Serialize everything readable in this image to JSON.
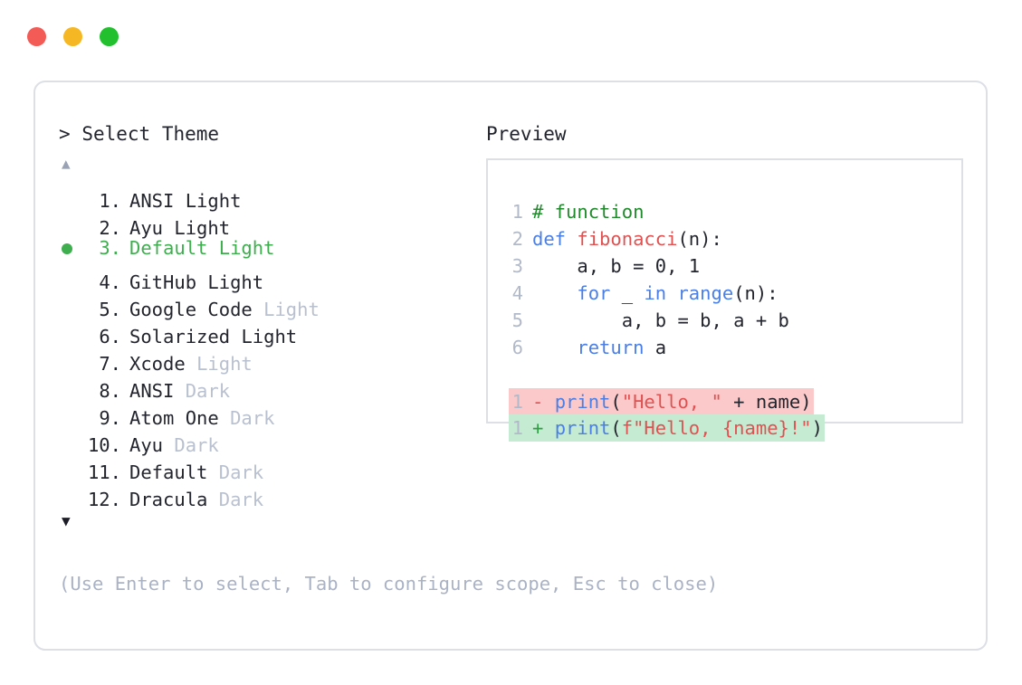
{
  "window": {
    "traffic_lights": [
      {
        "name": "close",
        "color": "#f35b56"
      },
      {
        "name": "minimize",
        "color": "#f5b724"
      },
      {
        "name": "maximize",
        "color": "#22c02f"
      }
    ]
  },
  "colors": {
    "accent_green": "#3fae4f",
    "dim_text": "#b9c0cf",
    "body_text": "#23252e",
    "hint_text": "#aab2c5",
    "gutter_text": "#b2b9c8",
    "panel_border": "#dcdfe6",
    "diff_del_bg": "#fbc9c9",
    "diff_add_bg": "#c5ebd2",
    "syntax_comment": "#1f8b2b",
    "syntax_keyword": "#4a7fe8",
    "syntax_function": "#e05252",
    "syntax_string": "#e05252"
  },
  "left": {
    "prompt_symbol": ">",
    "title": "Select Theme",
    "scroll_up_indicator": "▲",
    "scroll_down_indicator": "▼",
    "selected_index": 3,
    "items": [
      {
        "index": "1.",
        "name": "ANSI",
        "variant": "Light",
        "variant_dim": false,
        "selected": false
      },
      {
        "index": "2.",
        "name": "Ayu",
        "variant": "Light",
        "variant_dim": false,
        "selected": false
      },
      {
        "index": "3.",
        "name": "Default",
        "variant": "Light",
        "variant_dim": false,
        "selected": true
      },
      {
        "index": "4.",
        "name": "GitHub",
        "variant": "Light",
        "variant_dim": false,
        "selected": false
      },
      {
        "index": "5.",
        "name": "Google Code",
        "variant": "Light",
        "variant_dim": true,
        "selected": false
      },
      {
        "index": "6.",
        "name": "Solarized",
        "variant": "Light",
        "variant_dim": false,
        "selected": false
      },
      {
        "index": "7.",
        "name": "Xcode",
        "variant": "Light",
        "variant_dim": true,
        "selected": false
      },
      {
        "index": "8.",
        "name": "ANSI",
        "variant": "Dark",
        "variant_dim": true,
        "selected": false
      },
      {
        "index": "9.",
        "name": "Atom One",
        "variant": "Dark",
        "variant_dim": true,
        "selected": false
      },
      {
        "index": "10.",
        "name": "Ayu",
        "variant": "Dark",
        "variant_dim": true,
        "selected": false
      },
      {
        "index": "11.",
        "name": "Default",
        "variant": "Dark",
        "variant_dim": true,
        "selected": false
      },
      {
        "index": "12.",
        "name": "Dracula",
        "variant": "Dark",
        "variant_dim": true,
        "selected": false
      }
    ],
    "hint": "(Use Enter to select, Tab to configure scope, Esc to close)"
  },
  "right": {
    "title": "Preview",
    "code_lines": [
      {
        "num": "1",
        "tokens": [
          {
            "t": "# function",
            "c": "comment"
          }
        ]
      },
      {
        "num": "2",
        "tokens": [
          {
            "t": "def ",
            "c": "kw"
          },
          {
            "t": "fibonacci",
            "c": "fn"
          },
          {
            "t": "(n):",
            "c": "plain"
          }
        ]
      },
      {
        "num": "3",
        "tokens": [
          {
            "t": "    a, b = 0, 1",
            "c": "plain"
          }
        ]
      },
      {
        "num": "4",
        "tokens": [
          {
            "t": "    ",
            "c": "plain"
          },
          {
            "t": "for",
            "c": "kw"
          },
          {
            "t": " _ ",
            "c": "plain"
          },
          {
            "t": "in range",
            "c": "kw"
          },
          {
            "t": "(n):",
            "c": "plain"
          }
        ]
      },
      {
        "num": "5",
        "tokens": [
          {
            "t": "        a, b = b, a + b",
            "c": "plain"
          }
        ]
      },
      {
        "num": "6",
        "tokens": [
          {
            "t": "    ",
            "c": "plain"
          },
          {
            "t": "return",
            "c": "kw"
          },
          {
            "t": " a",
            "c": "plain"
          }
        ]
      }
    ],
    "diff_lines": [
      {
        "num": "1",
        "sign": "-",
        "kind": "del",
        "tokens": [
          {
            "t": "print",
            "c": "builtin"
          },
          {
            "t": "(",
            "c": "plain"
          },
          {
            "t": "\"Hello, \"",
            "c": "str"
          },
          {
            "t": " + name)",
            "c": "plain"
          }
        ]
      },
      {
        "num": "1",
        "sign": "+",
        "kind": "add",
        "tokens": [
          {
            "t": "print",
            "c": "builtin"
          },
          {
            "t": "(",
            "c": "plain"
          },
          {
            "t": "f\"Hello, {name}!\"",
            "c": "str"
          },
          {
            "t": ")",
            "c": "plain"
          }
        ]
      }
    ]
  }
}
